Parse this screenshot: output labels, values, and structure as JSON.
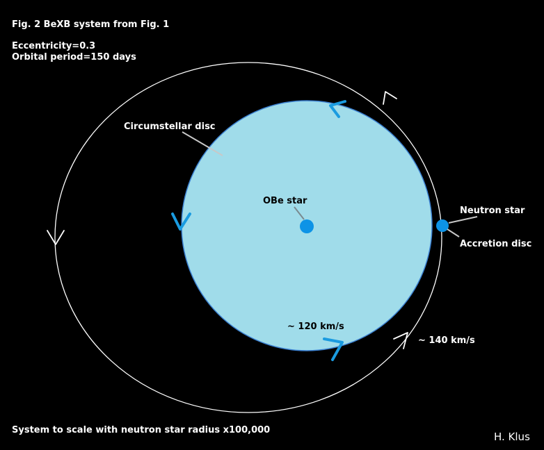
{
  "figure": {
    "title": "Fig. 2 BeXB system from Fig. 1",
    "eccentricity": "Eccentricity=0.3",
    "period": "Orbital period=150 days",
    "scale_note": "System to scale with neutron star radius x100,000",
    "author": "H. Klus"
  },
  "labels": {
    "disc": "Circumstellar disc",
    "star": "OBe star",
    "neutron_star": "Neutron star",
    "accretion_disc": "Accretion disc",
    "disc_speed": "~ 120 km/s",
    "orbit_speed": "~ 140 km/s"
  },
  "colors": {
    "background": "#000000",
    "disc_fill": "#a0dcea",
    "disc_edge": "#3a7fd0",
    "star": "#0d93e6",
    "arrow_blue": "#1a9be0",
    "orbit": "#ffffff",
    "pointer": "#c8c8c8"
  }
}
